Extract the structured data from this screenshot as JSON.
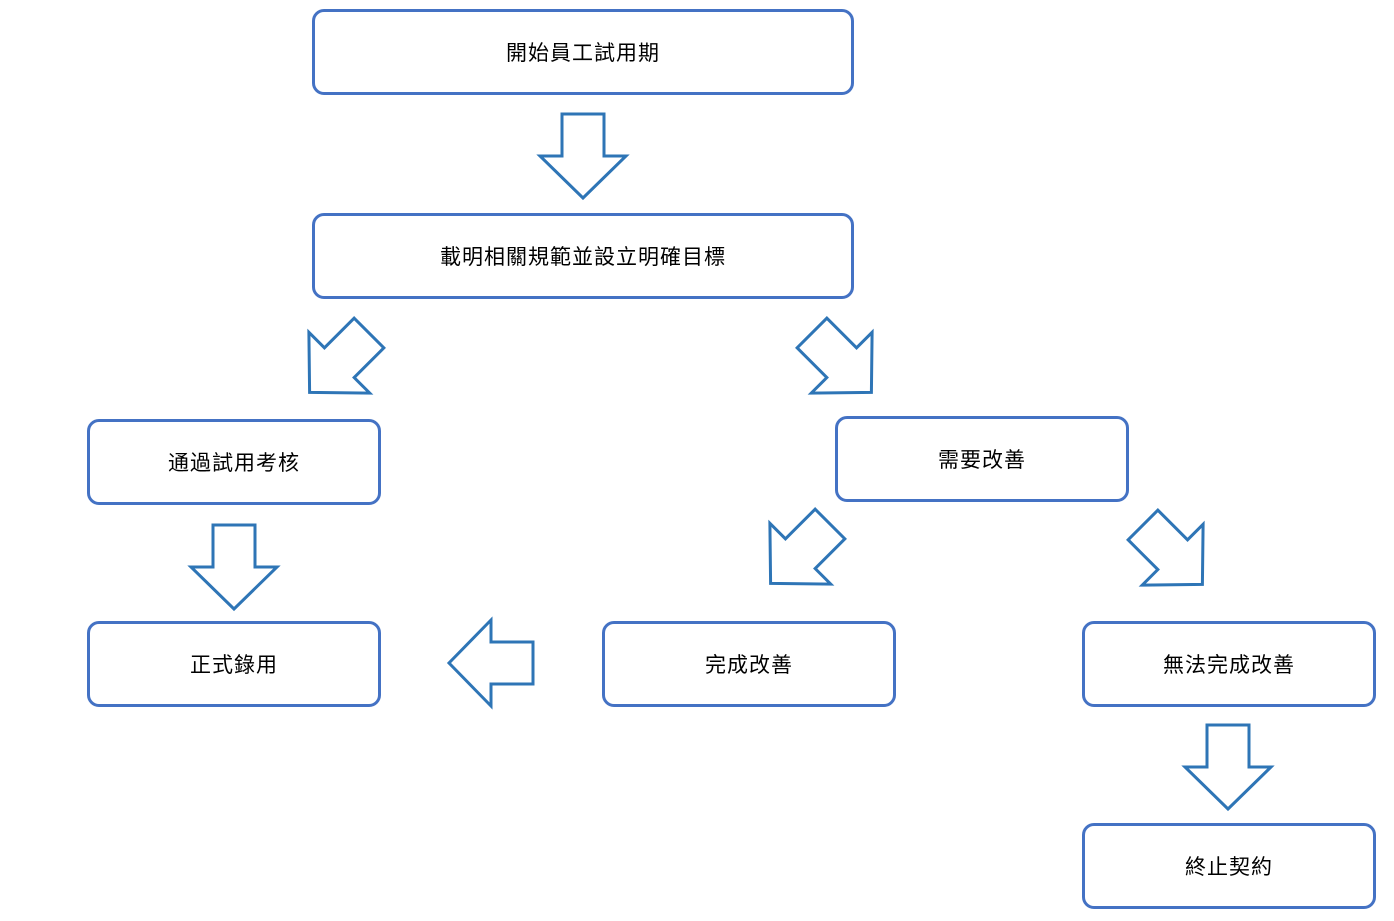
{
  "nodes": {
    "start": "開始員工試用期",
    "define": "載明相關規範並設立明確目標",
    "pass": "通過試用考核",
    "improve": "需要改善",
    "hire": "正式錄用",
    "improved": "完成改善",
    "not_improved": "無法完成改善",
    "terminate": "終止契約"
  }
}
